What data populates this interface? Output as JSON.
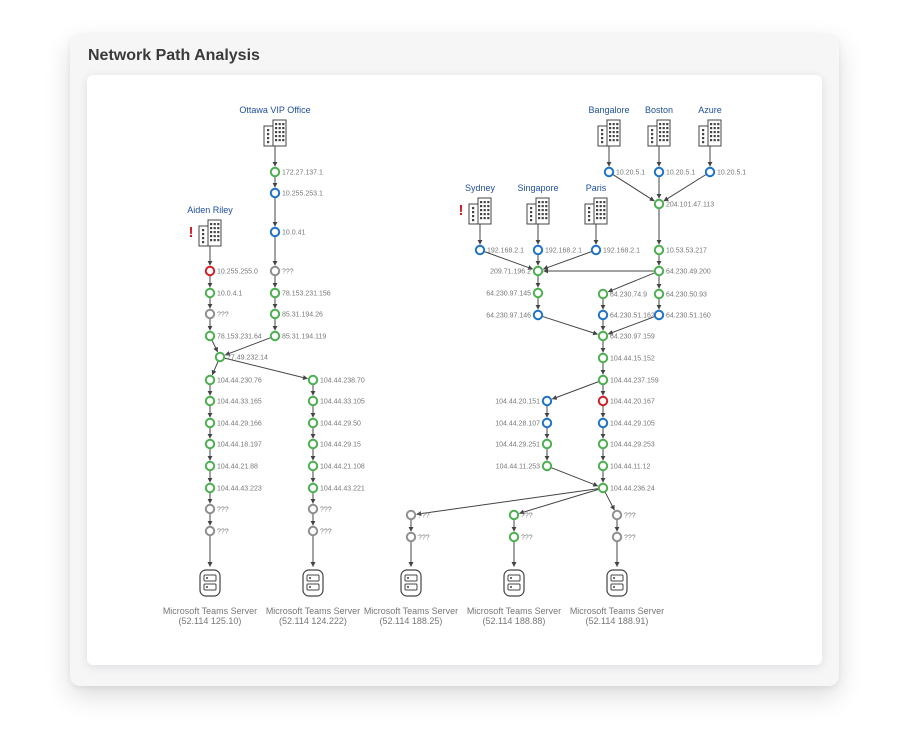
{
  "title": "Network Path Analysis",
  "colors": {
    "ok": "#4caf50",
    "hop": "#1f73c7",
    "error": "#d0202a",
    "unknown": "#8f8f8f",
    "site": "#1f4e9c"
  },
  "sources": [
    {
      "id": "aiden",
      "name": "Aiden Riley",
      "warn": true
    },
    {
      "id": "ottawa",
      "name": "Ottawa VIP Office",
      "warn": false
    },
    {
      "id": "sydney",
      "name": "Sydney",
      "warn": true
    },
    {
      "id": "singapore",
      "name": "Singapore",
      "warn": false
    },
    {
      "id": "paris",
      "name": "Paris",
      "warn": false
    },
    {
      "id": "bangalore",
      "name": "Bangalore",
      "warn": false
    },
    {
      "id": "boston",
      "name": "Boston",
      "warn": false
    },
    {
      "id": "azure",
      "name": "Azure",
      "warn": false
    }
  ],
  "servers": [
    {
      "name": "Microsoft Teams Server",
      "ip": "(52.114 125.10)"
    },
    {
      "name": "Microsoft Teams Server",
      "ip": "(52.114 124.222)"
    },
    {
      "name": "Microsoft Teams Server",
      "ip": "(52.114 188.25)"
    },
    {
      "name": "Microsoft Teams Server",
      "ip": "(52.114 188.88)"
    },
    {
      "name": "Microsoft Teams Server",
      "ip": "(52.114 188.91)"
    }
  ],
  "nodes": [
    {
      "id": "o1",
      "label": "172.27.137.1",
      "status": "ok"
    },
    {
      "id": "o2",
      "label": "10.255.253.1",
      "status": "hop"
    },
    {
      "id": "o3",
      "label": "10.0.41",
      "status": "hop"
    },
    {
      "id": "o4",
      "label": "???",
      "status": "unknown"
    },
    {
      "id": "o5",
      "label": "78.153.231.156",
      "status": "ok"
    },
    {
      "id": "o6",
      "label": "85.31.194.26",
      "status": "ok"
    },
    {
      "id": "o7",
      "label": "85.31.194.119",
      "status": "ok"
    },
    {
      "id": "a1",
      "label": "10.255.255.0",
      "status": "error"
    },
    {
      "id": "a2",
      "label": "10.0.4.1",
      "status": "ok"
    },
    {
      "id": "a3",
      "label": "???",
      "status": "unknown"
    },
    {
      "id": "a4",
      "label": "78.153.231.64",
      "status": "ok"
    },
    {
      "id": "a5",
      "label": "77.49.232.14",
      "status": "ok"
    },
    {
      "id": "l1",
      "label": "104.44.230.76",
      "status": "ok"
    },
    {
      "id": "l2",
      "label": "104.44.33.165",
      "status": "ok"
    },
    {
      "id": "l3",
      "label": "104.44.29.166",
      "status": "ok"
    },
    {
      "id": "l4",
      "label": "104.44.18.197",
      "status": "ok"
    },
    {
      "id": "l5",
      "label": "104.44.21.88",
      "status": "ok"
    },
    {
      "id": "l6",
      "label": "104.44.43.223",
      "status": "ok"
    },
    {
      "id": "l7",
      "label": "???",
      "status": "unknown"
    },
    {
      "id": "l8",
      "label": "???",
      "status": "unknown"
    },
    {
      "id": "r1",
      "label": "104.44.238.70",
      "status": "ok"
    },
    {
      "id": "r2",
      "label": "104.44.33.105",
      "status": "ok"
    },
    {
      "id": "r3",
      "label": "104.44.29.50",
      "status": "ok"
    },
    {
      "id": "r4",
      "label": "104.44.29.15",
      "status": "ok"
    },
    {
      "id": "r5",
      "label": "104.44.21.108",
      "status": "ok"
    },
    {
      "id": "r6",
      "label": "104.44.43.221",
      "status": "ok"
    },
    {
      "id": "r7",
      "label": "???",
      "status": "unknown"
    },
    {
      "id": "r8",
      "label": "???",
      "status": "unknown"
    },
    {
      "id": "b1",
      "label": "10.20.5.1",
      "status": "hop"
    },
    {
      "id": "bo1",
      "label": "10.20.5.1",
      "status": "hop"
    },
    {
      "id": "az1",
      "label": "10.20.5.1",
      "status": "hop"
    },
    {
      "id": "bb",
      "label": "204.101.47.113",
      "status": "ok"
    },
    {
      "id": "bb2",
      "label": "10.53.53.217",
      "status": "ok"
    },
    {
      "id": "bb3",
      "label": "64.230.49.200",
      "status": "ok"
    },
    {
      "id": "bb4",
      "label": "64.230.74.9",
      "status": "ok"
    },
    {
      "id": "bb5",
      "label": "64.230.50.93",
      "status": "ok"
    },
    {
      "id": "bb6",
      "label": "64.230.51.162",
      "status": "hop"
    },
    {
      "id": "bb7",
      "label": "64.230.51.160",
      "status": "hop"
    },
    {
      "id": "sy1",
      "label": "192.168.2.1",
      "status": "hop"
    },
    {
      "id": "sg1",
      "label": "192.168.2.1",
      "status": "hop"
    },
    {
      "id": "pa1",
      "label": "192.168.2.1",
      "status": "hop"
    },
    {
      "id": "m1",
      "label": "209.71.196.2",
      "status": "ok"
    },
    {
      "id": "m2",
      "label": "64.230.97.145",
      "status": "ok"
    },
    {
      "id": "m3",
      "label": "64.230.97.146",
      "status": "hop"
    },
    {
      "id": "c1",
      "label": "64.230.97.159",
      "status": "ok"
    },
    {
      "id": "c2",
      "label": "104.44.15.152",
      "status": "ok"
    },
    {
      "id": "c3",
      "label": "104.44.237.159",
      "status": "ok"
    },
    {
      "id": "d1",
      "label": "104.44.20.151",
      "status": "hop"
    },
    {
      "id": "d2",
      "label": "104.44.28.107",
      "status": "hop"
    },
    {
      "id": "d3",
      "label": "104.44.29.251",
      "status": "ok"
    },
    {
      "id": "d4",
      "label": "104.44.11.253",
      "status": "ok"
    },
    {
      "id": "e1",
      "label": "104.44.20.167",
      "status": "error"
    },
    {
      "id": "e2",
      "label": "104.44.29.105",
      "status": "hop"
    },
    {
      "id": "e3",
      "label": "104.44.29.253",
      "status": "ok"
    },
    {
      "id": "e4",
      "label": "104.44.11.12",
      "status": "ok"
    },
    {
      "id": "f1",
      "label": "104.44.236.24",
      "status": "ok"
    },
    {
      "id": "g1",
      "label": "???",
      "status": "unknown"
    },
    {
      "id": "g2",
      "label": "???",
      "status": "unknown"
    },
    {
      "id": "h1",
      "label": "???",
      "status": "ok"
    },
    {
      "id": "h2",
      "label": "???",
      "status": "ok"
    },
    {
      "id": "k1",
      "label": "???",
      "status": "unknown"
    },
    {
      "id": "k2",
      "label": "???",
      "status": "unknown"
    }
  ],
  "edges": [
    [
      "ottawa",
      "o1"
    ],
    [
      "o1",
      "o2"
    ],
    [
      "o2",
      "o3"
    ],
    [
      "o3",
      "o4"
    ],
    [
      "o4",
      "o5"
    ],
    [
      "o5",
      "o6"
    ],
    [
      "o6",
      "o7"
    ],
    [
      "o7",
      "a5"
    ],
    [
      "aiden",
      "a1"
    ],
    [
      "a1",
      "a2"
    ],
    [
      "a2",
      "a3"
    ],
    [
      "a3",
      "a4"
    ],
    [
      "a4",
      "a5"
    ],
    [
      "a5",
      "l1"
    ],
    [
      "a5",
      "r1"
    ],
    [
      "l1",
      "l2"
    ],
    [
      "l2",
      "l3"
    ],
    [
      "l3",
      "l4"
    ],
    [
      "l4",
      "l5"
    ],
    [
      "l5",
      "l6"
    ],
    [
      "l6",
      "l7"
    ],
    [
      "l7",
      "l8"
    ],
    [
      "l8",
      "srv0"
    ],
    [
      "r1",
      "r2"
    ],
    [
      "r2",
      "r3"
    ],
    [
      "r3",
      "r4"
    ],
    [
      "r4",
      "r5"
    ],
    [
      "r5",
      "r6"
    ],
    [
      "r6",
      "r7"
    ],
    [
      "r7",
      "r8"
    ],
    [
      "r8",
      "srv1"
    ],
    [
      "bangalore",
      "b1"
    ],
    [
      "boston",
      "bo1"
    ],
    [
      "azure",
      "az1"
    ],
    [
      "b1",
      "bb"
    ],
    [
      "bo1",
      "bb"
    ],
    [
      "az1",
      "bb"
    ],
    [
      "bb",
      "bb2"
    ],
    [
      "bb2",
      "bb3"
    ],
    [
      "bb3",
      "bb4"
    ],
    [
      "bb3",
      "bb5"
    ],
    [
      "bb4",
      "bb6"
    ],
    [
      "bb5",
      "bb7"
    ],
    [
      "bb6",
      "c1"
    ],
    [
      "bb7",
      "c1"
    ],
    [
      "sydney",
      "sy1"
    ],
    [
      "singapore",
      "sg1"
    ],
    [
      "paris",
      "pa1"
    ],
    [
      "sy1",
      "m1"
    ],
    [
      "sg1",
      "m1"
    ],
    [
      "pa1",
      "m1"
    ],
    [
      "m1",
      "m2"
    ],
    [
      "m2",
      "m3"
    ],
    [
      "m3",
      "c1"
    ],
    [
      "bb3",
      "m1"
    ],
    [
      "c1",
      "c2"
    ],
    [
      "c2",
      "c3"
    ],
    [
      "c3",
      "d1"
    ],
    [
      "c3",
      "e1"
    ],
    [
      "d1",
      "d2"
    ],
    [
      "d2",
      "d3"
    ],
    [
      "d3",
      "d4"
    ],
    [
      "d4",
      "f1"
    ],
    [
      "e1",
      "e2"
    ],
    [
      "e2",
      "e3"
    ],
    [
      "e3",
      "e4"
    ],
    [
      "e4",
      "f1"
    ],
    [
      "f1",
      "g1"
    ],
    [
      "f1",
      "h1"
    ],
    [
      "f1",
      "k1"
    ],
    [
      "g1",
      "g2"
    ],
    [
      "g2",
      "srv2"
    ],
    [
      "h1",
      "h2"
    ],
    [
      "h2",
      "srv3"
    ],
    [
      "k1",
      "k2"
    ],
    [
      "k2",
      "srv4"
    ]
  ]
}
